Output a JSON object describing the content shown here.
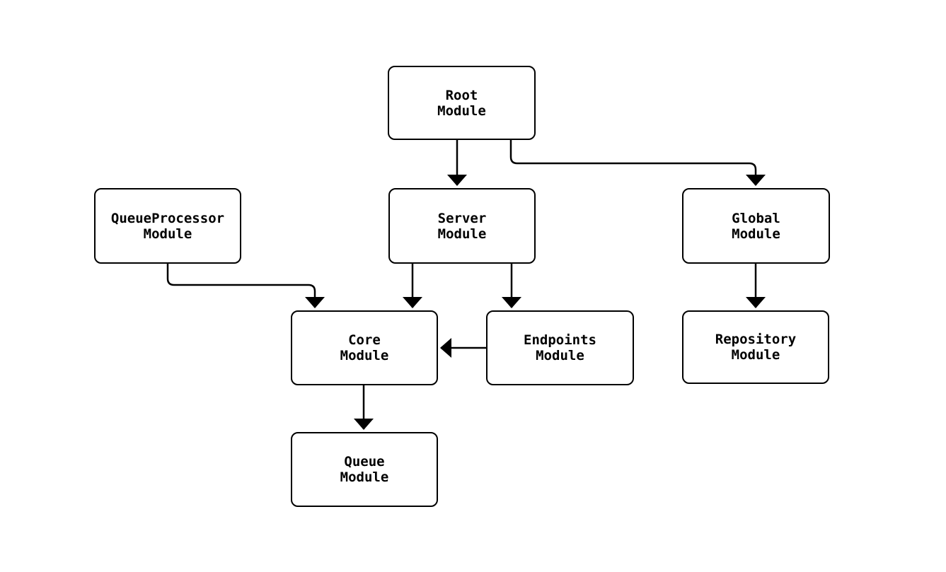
{
  "diagram": {
    "type": "module-dependency-flowchart",
    "background_color": "#ffffff",
    "node_fill_color": "#ffffff",
    "node_border_color": "#000000",
    "edge_color": "#000000",
    "text_color": "#000000",
    "nodes": {
      "root": {
        "label": "Root\nModule"
      },
      "queueprocessor": {
        "label": "QueueProcessor\nModule"
      },
      "server": {
        "label": "Server\nModule"
      },
      "global": {
        "label": "Global\nModule"
      },
      "core": {
        "label": "Core\nModule"
      },
      "endpoints": {
        "label": "Endpoints\nModule"
      },
      "repository": {
        "label": "Repository\nModule"
      },
      "queue": {
        "label": "Queue\nModule"
      }
    },
    "edges": [
      {
        "from": "Root Module",
        "to": "Server Module"
      },
      {
        "from": "Root Module",
        "to": "Global Module"
      },
      {
        "from": "QueueProcessor Module",
        "to": "Core Module"
      },
      {
        "from": "Server Module",
        "to": "Core Module"
      },
      {
        "from": "Server Module",
        "to": "Endpoints Module"
      },
      {
        "from": "Endpoints Module",
        "to": "Core Module"
      },
      {
        "from": "Global Module",
        "to": "Repository Module"
      },
      {
        "from": "Core Module",
        "to": "Queue Module"
      }
    ]
  }
}
